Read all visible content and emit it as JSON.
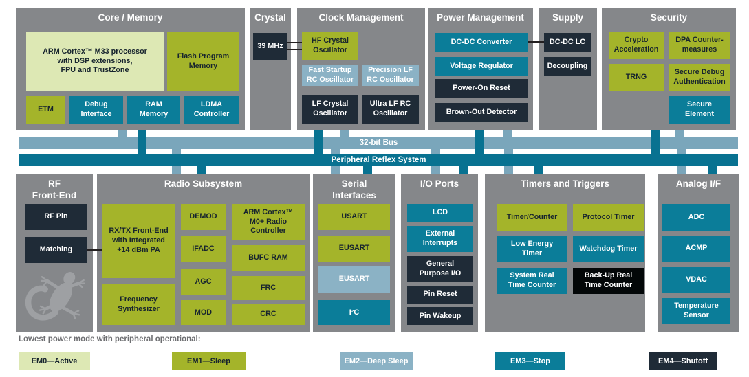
{
  "palette": {
    "section_gray": "#85878a",
    "em0_pale_green": "#dde8b4",
    "em1_olive": "#a4b42a",
    "em2_light_blue": "#8bb2c5",
    "em3_teal": "#0b7d99",
    "em4_navy": "#1f2b37",
    "black": "#030708",
    "bus_light_blue": "#7aa6bb",
    "bus_teal": "#087291",
    "gecko_gray": "#9ea0a3",
    "wire_black": "#231f20",
    "legend_text_gray": "#6d6e71"
  },
  "buses": {
    "bus32": {
      "label": "32-bit Bus"
    },
    "prs": {
      "label": "Peripheral Reflex System"
    }
  },
  "sections": {
    "core": {
      "title": "Core / Memory",
      "blocks": {
        "arm": "ARM Cortex™ M33 processor\nwith DSP extensions,\nFPU and TrustZone",
        "flash": "Flash Program\nMemory",
        "etm": "ETM",
        "debug": "Debug\nInterface",
        "ram": "RAM\nMemory",
        "ldma": "LDMA\nController"
      }
    },
    "crystal": {
      "title": "Crystal",
      "blocks": {
        "mhz39": "39 MHz"
      }
    },
    "clock": {
      "title": "Clock Management",
      "blocks": {
        "hfxo": "HF Crystal\nOscillator",
        "fsrco": "Fast Startup\nRC Oscillator",
        "plfrco": "Precision LF\nRC Oscillator",
        "lfxo": "LF Crystal\nOscillator",
        "ulfrco": "Ultra LF RC\nOscillator"
      }
    },
    "power": {
      "title": "Power Management",
      "blocks": {
        "dcdc": "DC-DC Converter",
        "vreg": "Voltage Regulator",
        "por": "Power-On Reset",
        "bod": "Brown-Out Detector"
      }
    },
    "supply": {
      "title": "Supply",
      "blocks": {
        "lc": "DC-DC LC",
        "decoupling": "Decoupling"
      }
    },
    "security": {
      "title": "Security",
      "blocks": {
        "crypto": "Crypto\nAcceleration",
        "dpa": "DPA Counter-\nmeasures",
        "trng": "TRNG",
        "sda": "Secure Debug\nAuthentication",
        "se": "Secure\nElement"
      }
    },
    "rf": {
      "title": "RF\nFront-End",
      "blocks": {
        "rfpin": "RF Pin",
        "matching": "Matching"
      }
    },
    "radio": {
      "title": "Radio Subsystem",
      "blocks": {
        "rxtx": "RX/TX Front-End\nwith Integrated\n+14 dBm PA",
        "freqsynth": "Frequency\nSynthesizer",
        "demod": "DEMOD",
        "ifadc": "IFADC",
        "agc": "AGC",
        "mod": "MOD",
        "m0": "ARM Cortex™\nM0+ Radio\nController",
        "bufc": "BUFC RAM",
        "frc": "FRC",
        "crc": "CRC"
      }
    },
    "serial": {
      "title": "Serial\nInterfaces",
      "blocks": {
        "usart": "USART",
        "eusart1": "EUSART",
        "eusart2": "EUSART",
        "i2c": "I²C"
      }
    },
    "io": {
      "title": "I/O Ports",
      "blocks": {
        "lcd": "LCD",
        "extint": "External\nInterrupts",
        "gpio": "General\nPurpose I/O",
        "pinreset": "Pin Reset",
        "pinwakeup": "Pin Wakeup"
      }
    },
    "timers": {
      "title": "Timers and Triggers",
      "blocks": {
        "tc": "Timer/Counter",
        "protocol": "Protocol Timer",
        "letimer": "Low Energy\nTimer",
        "wdt": "Watchdog Timer",
        "sysrtc": "System Real\nTime Counter",
        "burtc": "Back-Up Real\nTime Counter"
      }
    },
    "analog": {
      "title": "Analog I/F",
      "blocks": {
        "adc": "ADC",
        "acmp": "ACMP",
        "vdac": "VDAC",
        "temp": "Temperature\nSensor"
      }
    }
  },
  "legend": {
    "heading": "Lowest power mode with peripheral operational:",
    "items": [
      {
        "label": "EM0—Active",
        "color": "em0_pale_green"
      },
      {
        "label": "EM1—Sleep",
        "color": "em1_olive"
      },
      {
        "label": "EM2—Deep Sleep",
        "color": "em2_light_blue"
      },
      {
        "label": "EM3—Stop",
        "color": "em3_teal"
      },
      {
        "label": "EM4—Shutoff",
        "color": "em4_navy"
      }
    ]
  }
}
